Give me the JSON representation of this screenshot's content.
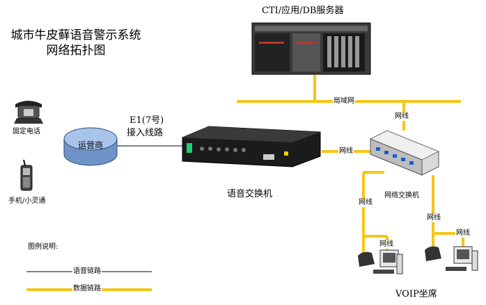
{
  "title": {
    "line1": "城市牛皮藓语音警示系统",
    "line2": "网络拓扑图"
  },
  "nodes": {
    "server": "CTI/应用/DB服务器",
    "lan": "局域网",
    "fixed_phone": "固定电话",
    "mobile_phone": "手机/小灵通",
    "carrier": "运营商",
    "e1_line1": "E1(7号)",
    "e1_line2": "接入线路",
    "voice_switch": "语音交换机",
    "network_switch": "网络交换机",
    "voip": "VOIP坐席"
  },
  "links": {
    "net1": "网线",
    "net2": "网线",
    "net3": "网线",
    "net4": "网线",
    "net5": "网线",
    "net6": "网线"
  },
  "legend": {
    "heading": "图例说明:",
    "voice_link": "语音链路",
    "data_link": "数据链路"
  },
  "colors": {
    "data_link": "#f5c518",
    "voice_link": "#000000",
    "carrier_fill": "#8fb3e0"
  }
}
